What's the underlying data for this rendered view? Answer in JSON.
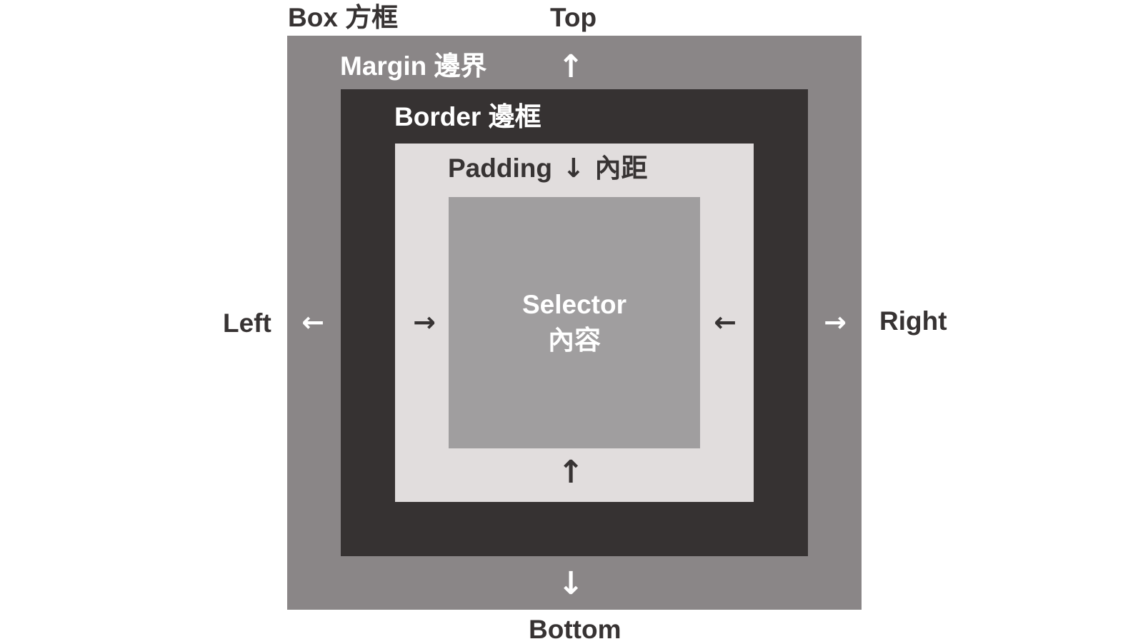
{
  "title": "Box 方框",
  "directions": {
    "top": "Top",
    "bottom": "Bottom",
    "left": "Left",
    "right": "Right"
  },
  "layers": {
    "margin": {
      "label": "Margin 邊界",
      "color": "#8a8687"
    },
    "border": {
      "label": "Border 邊框",
      "color": "#363232"
    },
    "padding": {
      "label_prefix": "Padding",
      "label_suffix": "內距",
      "color": "#e1dddd"
    },
    "content": {
      "line1": "Selector",
      "line2": "內容",
      "color": "#a09e9f"
    }
  },
  "arrows": {
    "up": "↑",
    "down": "↓",
    "left": "←",
    "right": "→"
  }
}
